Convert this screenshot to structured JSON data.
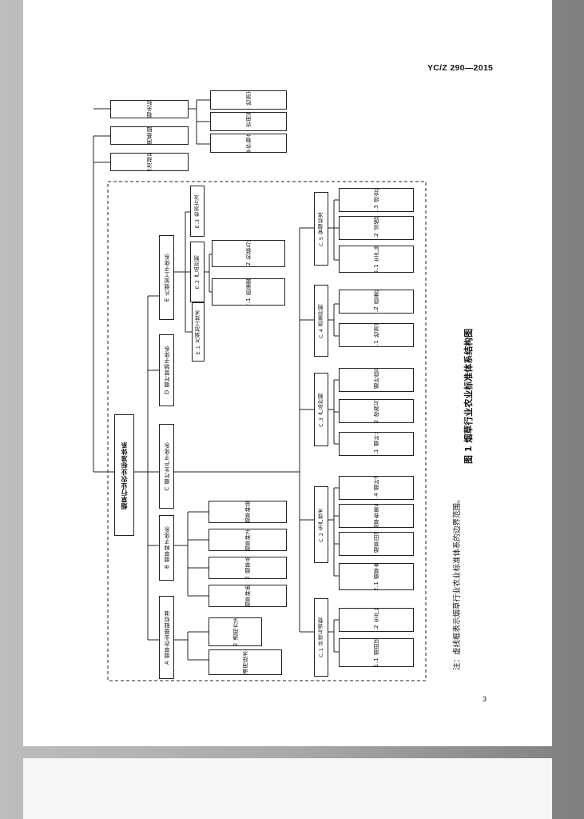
{
  "header": {
    "standard_code": "YC/Z 290—2015"
  },
  "page_number": "3",
  "figure": {
    "caption": "图 1  烟草行业农业标准体系结构图",
    "note": "注：虚线框表示烟草行业农业标准体系的边界范围。"
  },
  "nodes": {
    "root": "烟草行业农业标准体系",
    "A": "A 烟草农业基础标准",
    "A1": "A.1 通用技术语类",
    "A2": "A.2 通用方法类",
    "B": "B 烟草种子体系",
    "B1": "B.1 烟草种质资源",
    "B2": "B.2 烟草品种",
    "B3": "B.3 烟草种子生产",
    "B4": "B.4 烟草种苗标准",
    "C": "C 烟叶生产子体系",
    "C1": "C.1 环境与调整",
    "C11": "C.1.1 烟田环境",
    "C12": "C.1.2 生产物资",
    "C2": "C.2 生产技术",
    "C21": "C.2.1 烟草育苗",
    "C22": "C.2.2 烟草田间管理",
    "C23": "C.2.3 烟草有害生物防治",
    "C24": "C.2.4 烟叶调制",
    "C3": "C.3 产品控制",
    "C31": "C.3.1 烟叶分级",
    "C32": "C.3.2 收购与贮运",
    "C33": "C.3.3 烟叶质量安全",
    "C4": "C.4 质量控制",
    "C41": "C.4.1 检测方法",
    "C42": "C.4.2 质量检验",
    "C5": "C.5 管理标准",
    "C51": "C.5.1 生产管理",
    "C52": "C.5.2 设施管理",
    "C53": "C.5.3 综合管理",
    "D": "D 烟叶营销子体系",
    "E": "E 片烟加工子体系",
    "E1": "E.1 片烟加工技术",
    "E2": "E.2 产品控制",
    "E21": "E.2.1 质量要求",
    "E22": "E.2.2 包装与贮运",
    "E3": "E.3 检测方法",
    "F": "F 法律法规和规章",
    "G": "G 通用基础标准",
    "H": "H 相关标准",
    "H1": "H.1 烟草作物产地环境",
    "H2": "H.2 农用物资",
    "H3": "H.3 检测方法"
  }
}
